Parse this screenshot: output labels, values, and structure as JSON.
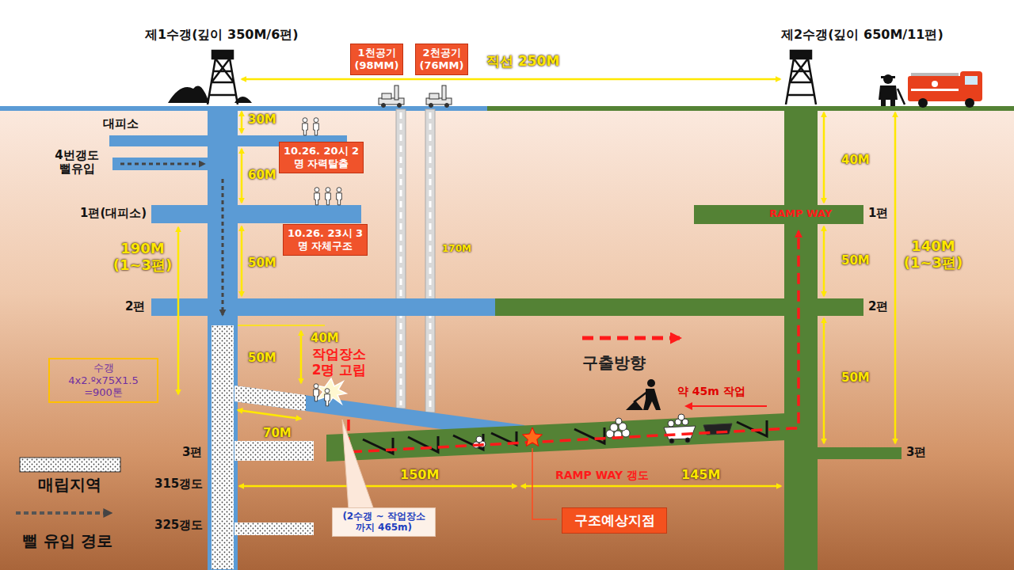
{
  "diagram": {
    "nodes": [
      {
        "text": [
          "1천공기 (98MM)"
        ]
      },
      {
        "text": [
          "2천공기 (76MM)"
        ]
      },
      {
        "text": [
          "10.26. 20시 2명 자력탈출"
        ]
      },
      {
        "text": [
          "10.26. 23시 3명 자체구조"
        ]
      },
      {
        "text": [
          "수갱",
          "4x2.ºx75X1.5 =900톤"
        ]
      },
      {
        "text": [
          "(2수갱 ~ 작업장소 까지 465m)"
        ]
      },
      {
        "text": [
          "구조예상지점"
        ]
      }
    ],
    "labels": [
      "제1수갱(깊이 350M/6편)",
      "직선 250M",
      "제2수갱(깊이 650M/11편)",
      "대피소",
      "30M",
      "4번갱도 뻘유입",
      "60M",
      "40M",
      "1편(대피소)",
      "RAMP WAY",
      "1편",
      "190M (1~3편)",
      "50M",
      "170M",
      "50M",
      "140M (1~3편)",
      "2편",
      "2편",
      "40M",
      "작업장소 2명 고립",
      "50M",
      "구출방향",
      "50M",
      "약 45m 작업",
      "70M",
      "3편",
      "3편",
      "315갱도",
      "150M",
      "RAMP WAY 갱도",
      "145M",
      "325갱도"
    ],
    "legend": [
      {
        "text": "매립지역"
      },
      {
        "text": "뻘 유입 경로"
      }
    ]
  }
}
